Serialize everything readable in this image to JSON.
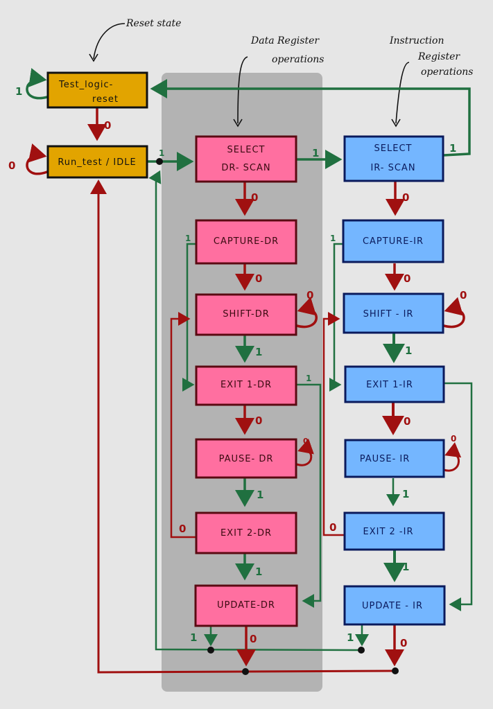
{
  "annotations": {
    "reset_state": "Reset state",
    "data_register_line1": "Data Register",
    "data_register_line2": "operations",
    "instruction_register_line1": "Instruction",
    "instruction_register_line2": "Register",
    "instruction_register_line3": "operations"
  },
  "colors": {
    "background": "#e6e6e6",
    "dr_panel": "#b3b3b3",
    "control_state_fill": "#e2a400",
    "dr_state_fill": "#ff6fa0",
    "dr_state_border": "#5a0a12",
    "ir_state_fill": "#74b6ff",
    "ir_state_border": "#0a1a5c",
    "transition_one": "#207040",
    "transition_zero": "#a01010"
  },
  "states": {
    "test_logic_reset": {
      "line1": "Test_logic-",
      "line2": "reset"
    },
    "run_test_idle": {
      "label": "Run_test / IDLE"
    },
    "select_dr_scan": {
      "line1": "SELECT",
      "line2": "DR- SCAN"
    },
    "capture_dr": {
      "label": "CAPTURE-DR"
    },
    "shift_dr": {
      "label": "SHIFT-DR"
    },
    "exit1_dr": {
      "label": "EXIT 1-DR"
    },
    "pause_dr": {
      "label": "PAUSE- DR"
    },
    "exit2_dr": {
      "label": "EXIT 2-DR"
    },
    "update_dr": {
      "label": "UPDATE-DR"
    },
    "select_ir_scan": {
      "line1": "SELECT",
      "line2": "IR- SCAN"
    },
    "capture_ir": {
      "label": "CAPTURE-IR"
    },
    "shift_ir": {
      "label": "SHIFT - IR"
    },
    "exit1_ir": {
      "label": "EXIT 1-IR"
    },
    "pause_ir": {
      "label": "PAUSE- IR"
    },
    "exit2_ir": {
      "label": "EXIT 2 -IR"
    },
    "update_ir": {
      "label": "UPDATE - IR"
    }
  },
  "transition_labels": {
    "tlr_self": "1",
    "tlr_to_idle": "0",
    "idle_self": "0",
    "idle_to_seldr": "1",
    "seldr_to_selir": "1",
    "selir_to_tlr": "1",
    "seldr_to_capdr": "0",
    "capdr_to_shiftdr": "0",
    "capdr_to_exit1dr": "1",
    "shiftdr_self": "0",
    "shiftdr_to_exit1dr": "1",
    "exit1dr_to_pausedr": "0",
    "exit1dr_to_updatedr": "1",
    "pausedr_self": "0",
    "pausedr_to_exit2dr": "1",
    "exit2dr_to_shiftdr": "0",
    "exit2dr_to_updatedr": "1",
    "updatedr_to_idle_1": "1",
    "updatedr_to_idle_0": "0",
    "selir_to_capir": "0",
    "capir_to_shiftir": "0",
    "capir_to_exit1ir": "1",
    "shiftir_self": "0",
    "shiftir_to_exit1ir": "1",
    "exit1ir_to_pauseir": "0",
    "pauseir_self": "0",
    "pauseir_to_exit2ir": "1",
    "exit2ir_to_shiftir": "0",
    "exit2ir_to_updateir": "1",
    "updateir_to_idle_1": "1",
    "updateir_to_idle_0": "0"
  }
}
